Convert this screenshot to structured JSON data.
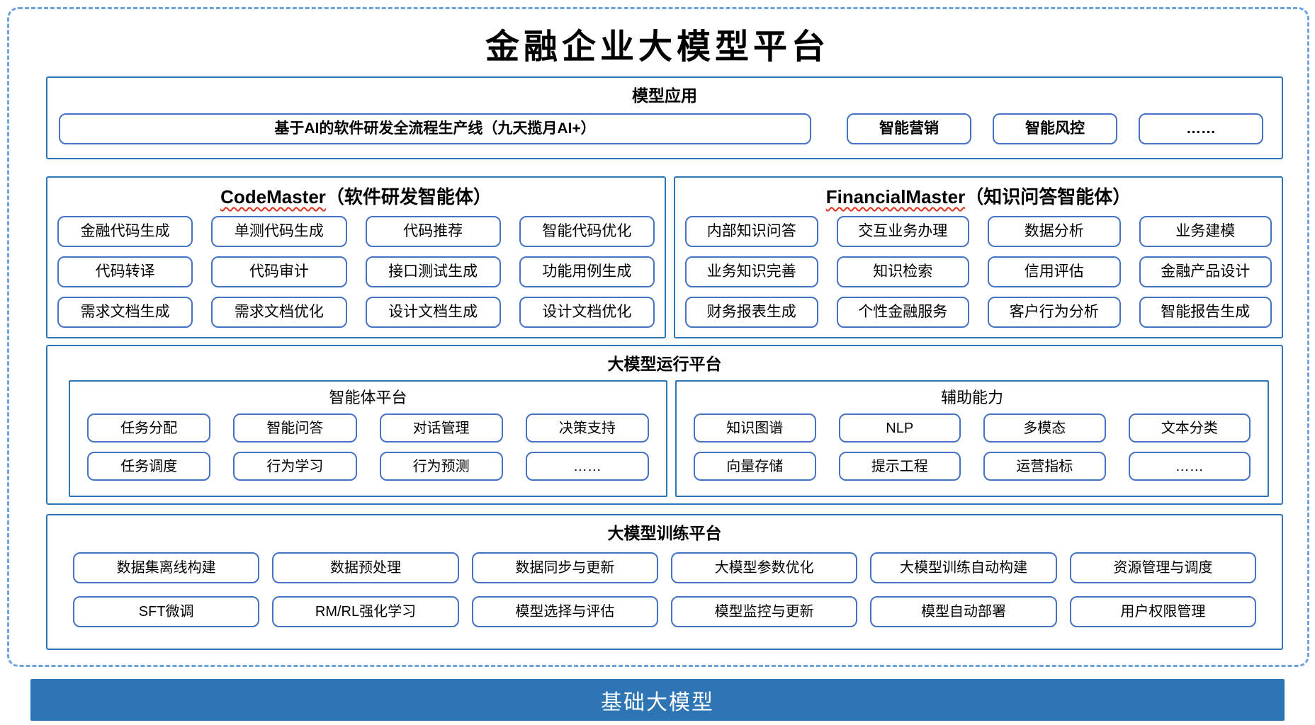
{
  "page": {
    "title": "金融企业大模型平台"
  },
  "colors": {
    "section_border": "#2e75b6",
    "button_border": "#4472c4",
    "dashed_border": "#6ea3dd",
    "foundation_bar": "#2e75b6",
    "wavy_underline": "#e0301e"
  },
  "model_apps": {
    "title": "模型应用",
    "pipeline": "基于AI的软件研发全流程生产线（九天揽月AI+）",
    "items": [
      "智能营销",
      "智能风控",
      "……"
    ]
  },
  "code_master": {
    "title_en": "CodeMaster",
    "title_zh": "（软件研发智能体）",
    "items": [
      "金融代码生成",
      "单测代码生成",
      "代码推荐",
      "智能代码优化",
      "代码转译",
      "代码审计",
      "接口测试生成",
      "功能用例生成",
      "需求文档生成",
      "需求文档优化",
      "设计文档生成",
      "设计文档优化"
    ]
  },
  "financial_master": {
    "title_en": "FinancialMaster",
    "title_zh": "（知识问答智能体）",
    "items": [
      "内部知识问答",
      "交互业务办理",
      "数据分析",
      "业务建模",
      "业务知识完善",
      "知识检索",
      "信用评估",
      "金融产品设计",
      "财务报表生成",
      "个性金融服务",
      "客户行为分析",
      "智能报告生成"
    ]
  },
  "runtime_platform": {
    "title": "大模型运行平台",
    "agent_platform": {
      "title": "智能体平台",
      "items": [
        "任务分配",
        "智能问答",
        "对话管理",
        "决策支持",
        "任务调度",
        "行为学习",
        "行为预测",
        "……"
      ]
    },
    "auxiliary": {
      "title": "辅助能力",
      "items": [
        "知识图谱",
        "NLP",
        "多模态",
        "文本分类",
        "向量存储",
        "提示工程",
        "运营指标",
        "……"
      ]
    }
  },
  "training_platform": {
    "title": "大模型训练平台",
    "items": [
      "数据集离线构建",
      "数据预处理",
      "数据同步与更新",
      "大模型参数优化",
      "大模型训练自动构建",
      "资源管理与调度",
      "SFT微调",
      "RM/RL强化学习",
      "模型选择与评估",
      "模型监控与更新",
      "模型自动部署",
      "用户权限管理"
    ]
  },
  "foundation": {
    "title": "基础大模型"
  }
}
